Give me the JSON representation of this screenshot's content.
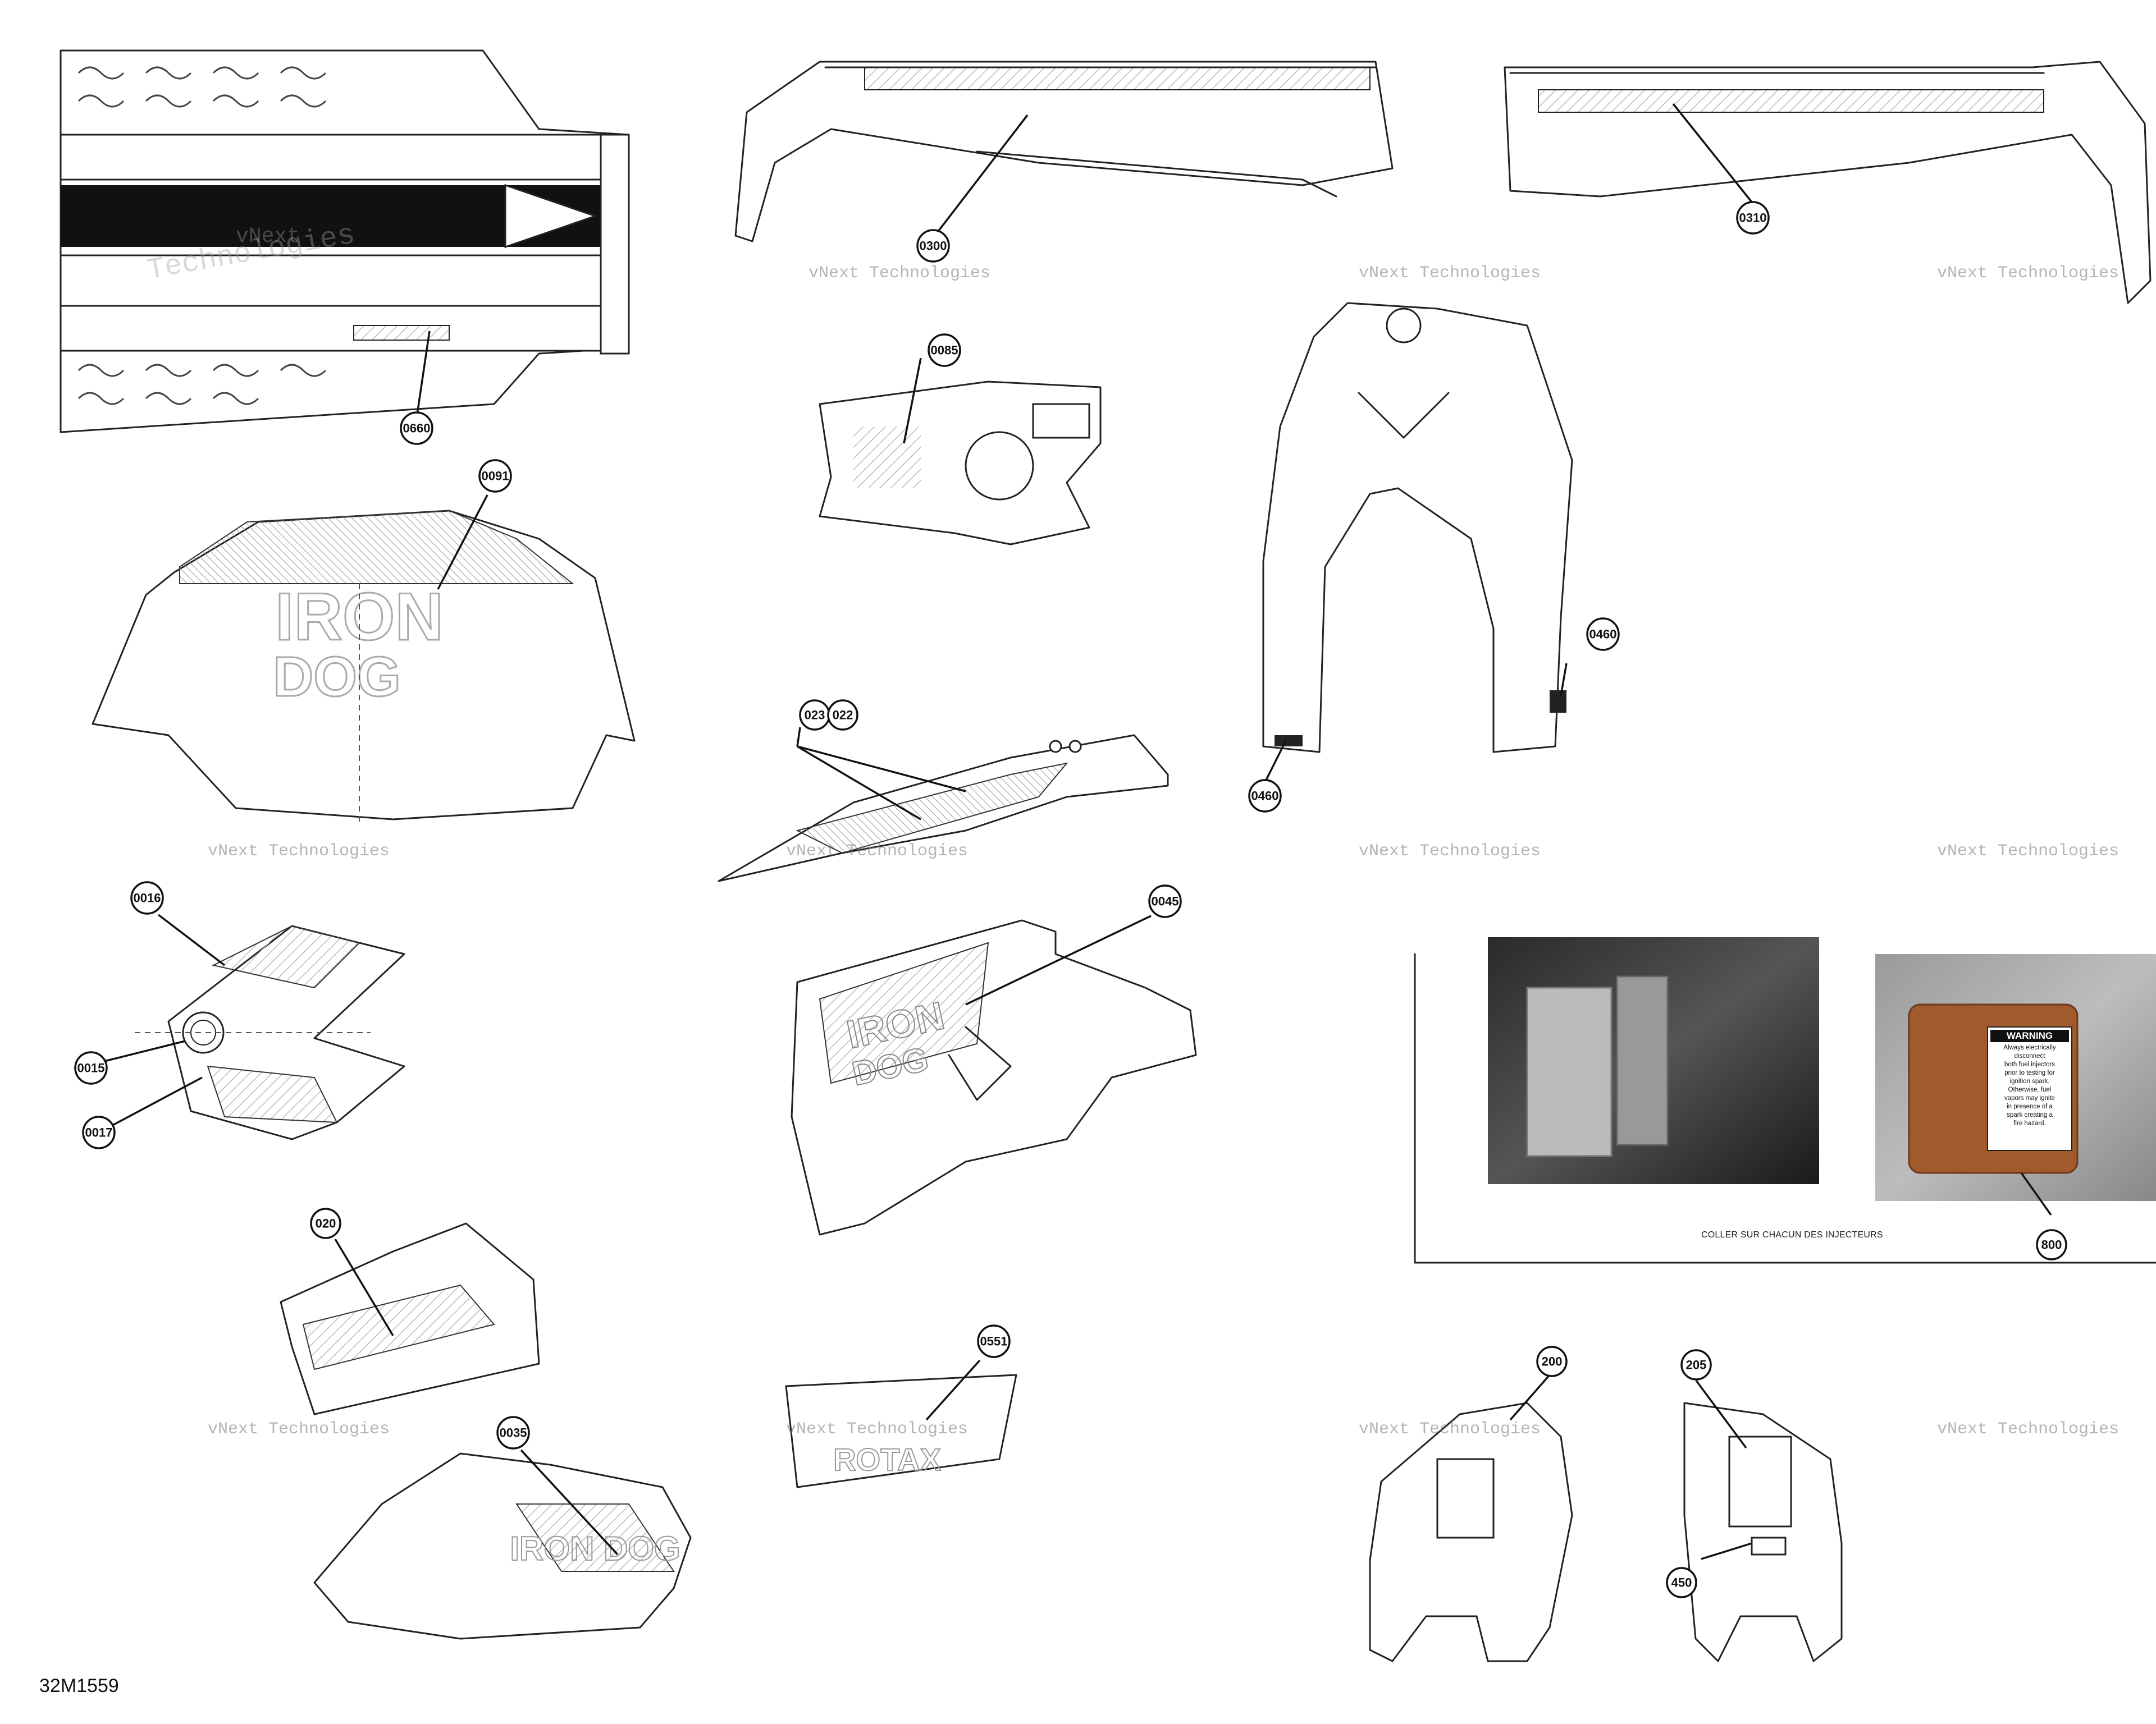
{
  "diagram_id": "32M1559",
  "injector_note": "COLLER SUR CHACUN DES INJECTEURS",
  "warning_label": {
    "title": "WARNING",
    "lines": [
      "Always electrically",
      "disconnect",
      "both fuel injectors",
      "prior to testing for",
      "ignition spark.",
      "Otherwise, fuel",
      "vapors may ignite",
      "in presence of a",
      "spark creating a",
      "fire hazard."
    ]
  },
  "watermark": {
    "line1": "vNext Technologies",
    "line2": "Technologies",
    "line_short": "vNext"
  },
  "callouts": {
    "c0660": "0660",
    "c0300": "0300",
    "c0310": "0310",
    "c0085": "0085",
    "c0091": "0091",
    "c0460a": "0460",
    "c0460b": "0460",
    "c023": "023",
    "c022": "022",
    "c0016": "0016",
    "c0015": "0015",
    "c0017": "0017",
    "c0045": "0045",
    "c020": "020",
    "c0551": "0551",
    "c0035": "0035",
    "c200": "200",
    "c205": "205",
    "c450": "450",
    "c800": "800"
  }
}
